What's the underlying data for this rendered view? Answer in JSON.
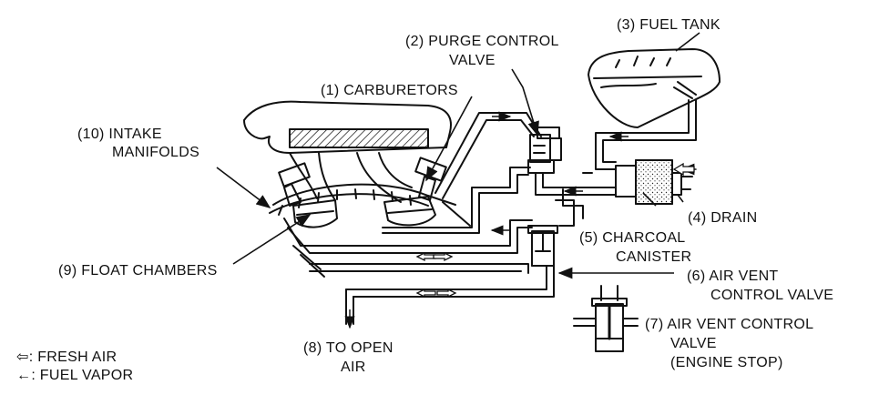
{
  "labels": {
    "purge_line1": "(2) PURGE CONTROL",
    "purge_line2": "VALVE",
    "tank": "(3) FUEL TANK",
    "carb": "(1) CARBURETORS",
    "intake_line1": "(10) INTAKE",
    "intake_line2": "MANIFOLDS",
    "drain": "(4) DRAIN",
    "canister_line1": "(5) CHARCOAL",
    "canister_line2": "CANISTER",
    "float": "(9) FLOAT CHAMBERS",
    "avcv_line1": "(6) AIR VENT",
    "avcv_line2": "CONTROL VALVE",
    "avcv_stop_line1": "(7) AIR VENT CONTROL",
    "avcv_stop_line2": "VALVE",
    "avcv_stop_line3": "(ENGINE STOP)",
    "open_air_line1": "(8) TO OPEN",
    "open_air_line2": "AIR"
  },
  "legend": {
    "fresh_symbol": "⇦",
    "fresh_text": ": FRESH AIR",
    "vapor_symbol": "←",
    "vapor_text": ": FUEL VAPOR"
  }
}
